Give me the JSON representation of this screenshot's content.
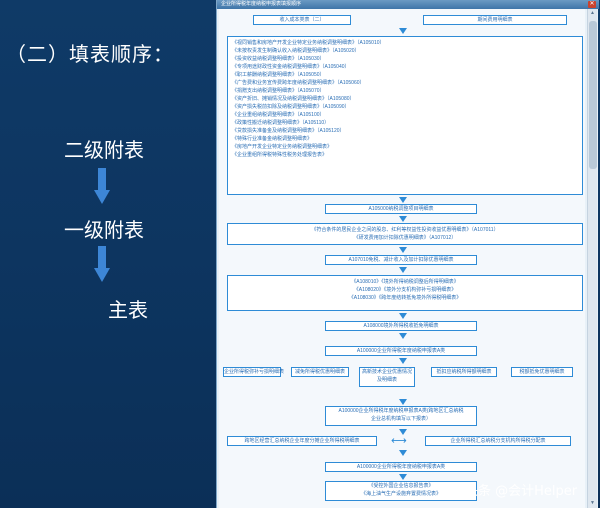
{
  "slide": {
    "heading": "（二）填表顺序：",
    "levels": [
      "二级附表",
      "一级附表",
      "主表"
    ],
    "watermark": "头条 @会计Helper"
  },
  "window": {
    "title": "企业所得税年度纳税申报表填报顺序"
  },
  "flow": {
    "top_left": "收入成本类表（二）",
    "top_right": "期间费用明细表",
    "level2_list": [
      "《视同销售和房地产开发企业特定业务纳税调整明细表》（A105010）",
      "《未按权责发生制确认收入纳税调整明细表》（A105020）",
      "《投资收益纳税调整明细表》（A105030）",
      "《专项用途财政性资金纳税调整明细表》（A105040）",
      "《职工薪酬纳税调整明细表》（A105050）",
      "《广告费和业务宣传费跨年度纳税调整明细表》（A105060）",
      "《捐赠支出纳税调整明细表》（A105070）",
      "《资产折旧、摊销情况及纳税调整明细表》（A105080）",
      "《资产损失税前扣除及纳税调整明细表》（A105090）",
      "《企业重组纳税调整明细表》（A105100）",
      "《政策性搬迁纳税调整明细表》（A105110）",
      "《贷款损失准备金及纳税调整明细表》（A105120）",
      "《特殊行业准备金纳税调整明细表》",
      "《房地产开发企业特定业务纳税调整明细表》",
      "《企业重组所得税特殊性税务处理报告表》"
    ],
    "a105000": "A105000纳税调整项目明细表",
    "deduction_list": [
      "《符合条件的居民企业之间的股息、红利等权益性投资收益优惠明细表》（A107011）",
      "《研发费用加计扣除优惠明细表》（A107012）"
    ],
    "a107010": "A107010免税、减计收入及加计扣除优惠明细表",
    "overseas_list": [
      "《A108010》《境外所得纳税调整后所得明细表》",
      "《A108020》《境外分支机构弥补亏损明细表》",
      "《A108030》《跨年度结转抵免境外所得税明细表》"
    ],
    "a108000": "A108000境外所得税收抵免明细表",
    "main_sub": "A100000企业所得税年度纳税申报表A类",
    "row_boxes": [
      "企业所得税弥补亏损明细表",
      "减免所得税优惠明细表",
      "高新技术企业优惠情况及明细表",
      "抵扣应纳税所得额明细表",
      "税额抵免优惠明细表"
    ],
    "main_summary_l1": "A100000企业所得税年度纳税申报表A类(跨地区汇总纳税",
    "main_summary_l2": "企业总机构填写以下报表）",
    "dist_left": "跨地区经营汇总纳税企业年度分摊企业所得税明细表",
    "dist_right": "企业所得税汇总纳税分支机构所得税分配表",
    "final_main": "A100000企业所得税年度纳税申报表A类",
    "bottom_l1": "《受控外国企业信息报告表》",
    "bottom_l2": "《海上油气生产设施弃置费情况表》"
  }
}
